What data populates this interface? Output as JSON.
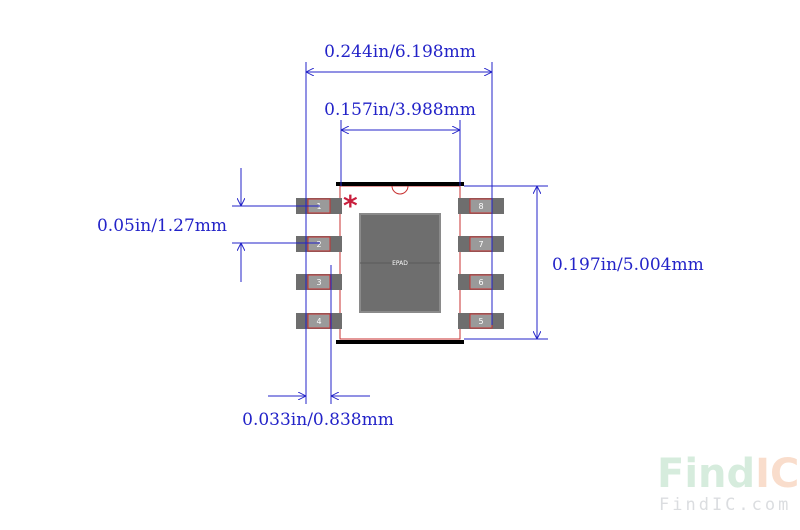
{
  "dimensions": {
    "overall_width": "0.244in/6.198mm",
    "body_width": "0.157in/3.988mm",
    "pitch": "0.05in/1.27mm",
    "body_length": "0.197in/5.004mm",
    "pad_width": "0.033in/0.838mm"
  },
  "pins": {
    "left": [
      "1",
      "2",
      "3",
      "4"
    ],
    "right": [
      "8",
      "7",
      "6",
      "5"
    ]
  },
  "epad_label": "EPAD",
  "pin1_marker": "*",
  "watermark": {
    "logo_find": "Find",
    "logo_ic": "IC",
    "url": "FindIC.com"
  },
  "colors": {
    "dimension": "#2323c8",
    "pad_fill": "#6e6e6e",
    "pad_copper": "#9a9a9a",
    "body_outline": "#c83232",
    "marker": "#c81e3c",
    "body_edge": "#000000"
  }
}
